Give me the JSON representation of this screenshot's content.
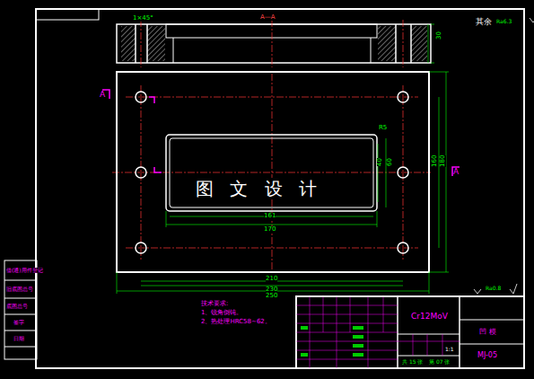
{
  "diagram": {
    "labels": [
      "1×45°",
      "A—A",
      "其余",
      "Ra6.3",
      "30",
      "A",
      "A",
      "R5",
      "40",
      "60",
      "160",
      "180",
      "161",
      "170",
      "210",
      "230",
      "250",
      "图 文 设 计",
      "技术要求:",
      "1、锐角倒钝。",
      "2、热处理HRC58~62。",
      "Cr12MoV",
      "凹  模",
      "MJ-05",
      "1:1",
      "共 15 张",
      "第 07 张",
      "Ra0.8",
      "借(通)用件登记",
      "旧底图总号",
      "底图总号",
      "签字",
      "日期"
    ]
  }
}
